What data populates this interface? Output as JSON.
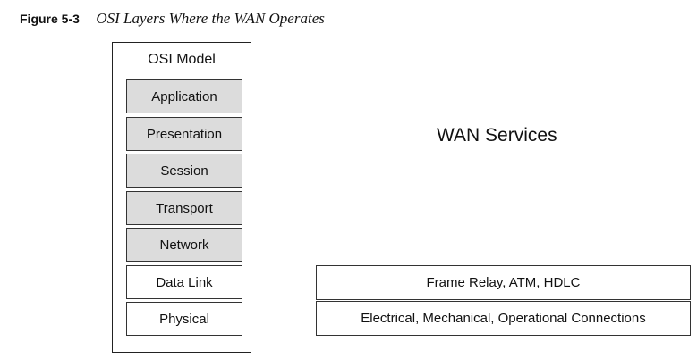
{
  "figure": {
    "label": "Figure 5-3",
    "title": "OSI Layers Where the WAN Operates"
  },
  "osi_model": {
    "title": "OSI Model",
    "layers": [
      {
        "name": "Application",
        "shaded": true
      },
      {
        "name": "Presentation",
        "shaded": true
      },
      {
        "name": "Session",
        "shaded": true
      },
      {
        "name": "Transport",
        "shaded": true
      },
      {
        "name": "Network",
        "shaded": true
      },
      {
        "name": "Data Link",
        "shaded": false
      },
      {
        "name": "Physical",
        "shaded": false
      }
    ]
  },
  "wan": {
    "title": "WAN Services",
    "rows": [
      {
        "label": "Frame Relay, ATM, HDLC"
      },
      {
        "label": "Electrical, Mechanical, Operational Connections"
      }
    ]
  },
  "colors": {
    "shaded_layer": "#dcdcdc",
    "plain_layer": "#ffffff",
    "border": "#333333"
  }
}
